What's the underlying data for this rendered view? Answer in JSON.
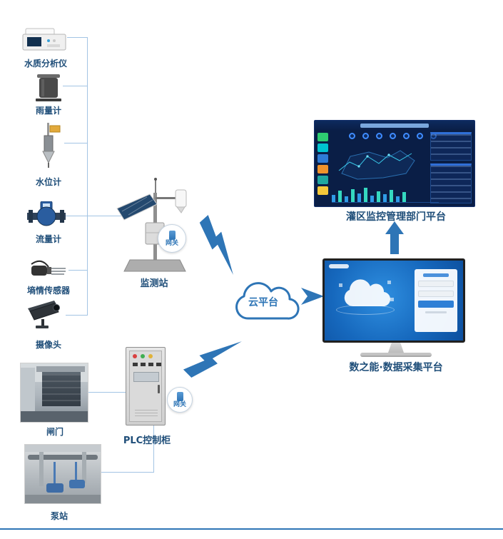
{
  "colors": {
    "accent": "#2E75B6",
    "line": "#A3C4E4",
    "label": "#1F4E79"
  },
  "devices": [
    {
      "label": "水质分析仪"
    },
    {
      "label": "雨量计"
    },
    {
      "label": "水位计"
    },
    {
      "label": "流量计"
    },
    {
      "label": "墒情传感器"
    },
    {
      "label": "摄像头"
    }
  ],
  "station": {
    "label": "监测站",
    "gateway": "网关"
  },
  "cloud": {
    "label": "云平台"
  },
  "plc": {
    "label": "PLC控制柜",
    "gateway": "网关"
  },
  "gate": {
    "label": "闸门"
  },
  "pump": {
    "label": "泵站"
  },
  "platforms": {
    "dashboard_label": "灌区监控管理部门平台",
    "collector_label": "数之能·数据采集平台"
  }
}
